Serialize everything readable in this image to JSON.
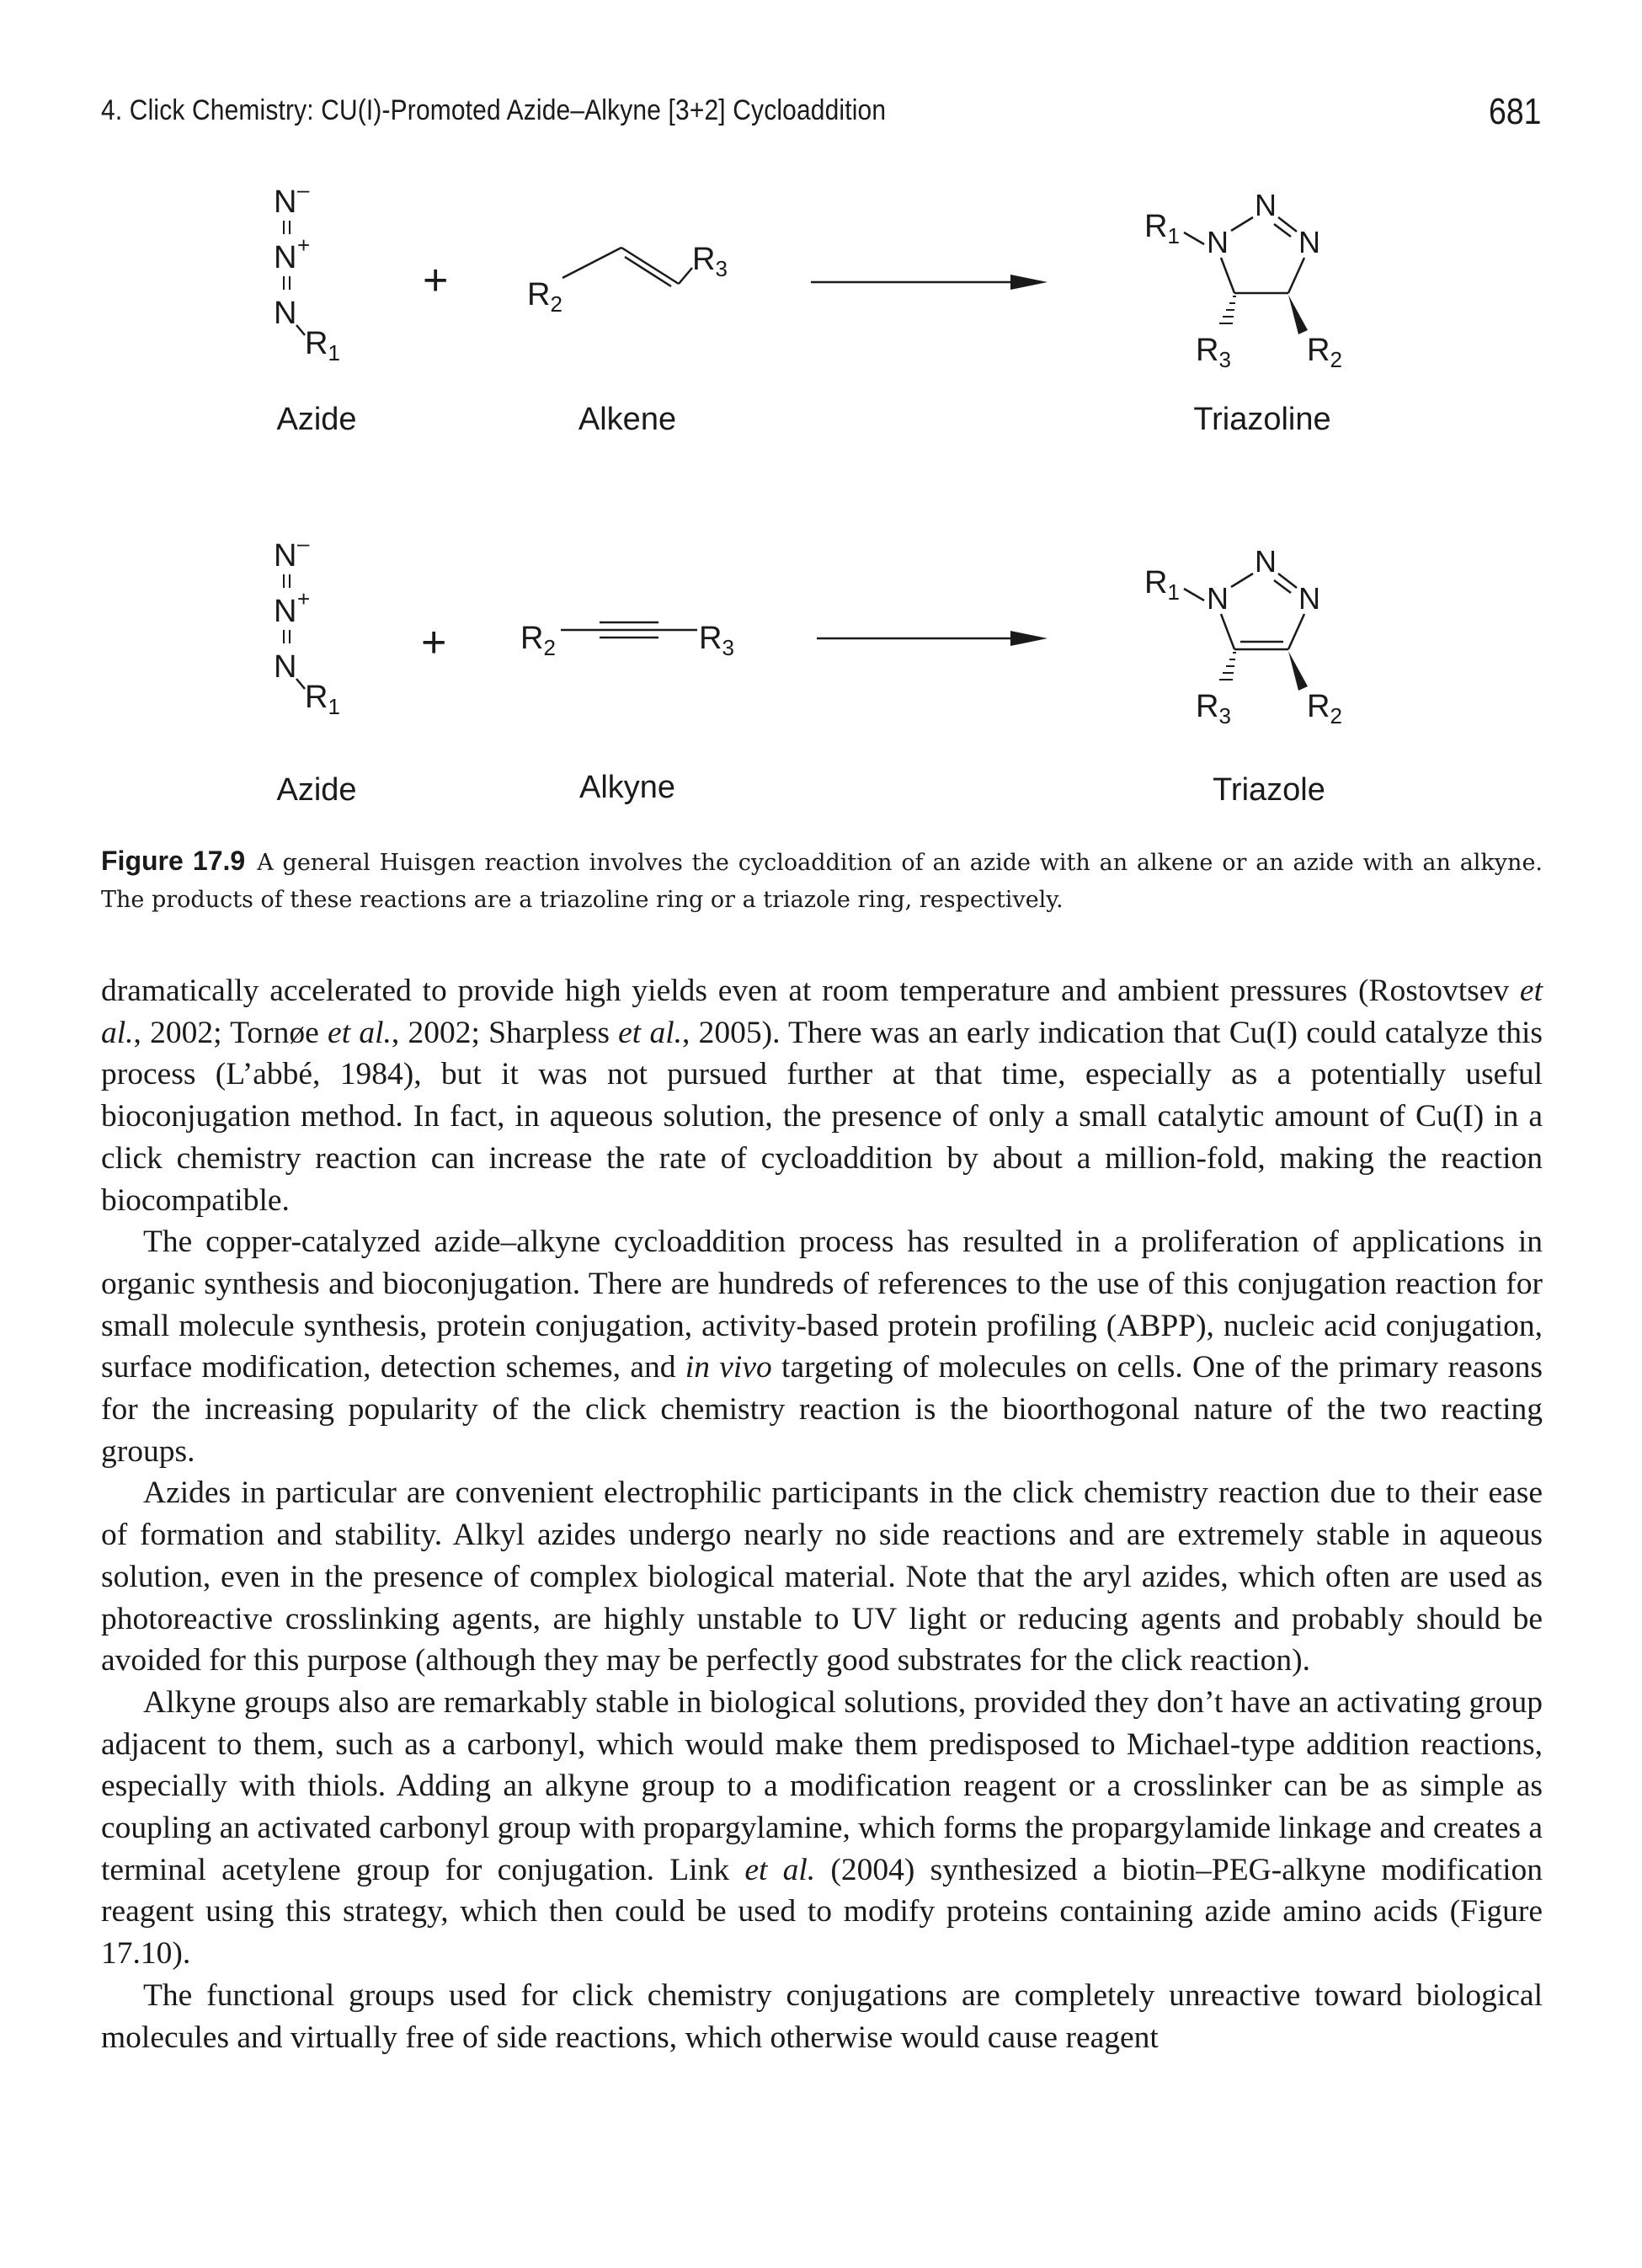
{
  "header": {
    "running_title": "4. Click Chemistry: CU(I)-Promoted Azide–Alkyne [3+2] Cycloaddition",
    "page_number": "681"
  },
  "scheme": {
    "row1": {
      "reactant1": "Azide",
      "reactant2": "Alkene",
      "product": "Triazoline"
    },
    "row2": {
      "reactant1": "Azide",
      "reactant2": "Alkyne",
      "product": "Triazole"
    },
    "atoms": {
      "n": "N",
      "minus": "–",
      "plus": "+",
      "r1": "R",
      "r2": "R",
      "r3": "R",
      "sub1": "1",
      "sub2": "2",
      "sub3": "3",
      "plus_sign": "+"
    }
  },
  "figure_caption": {
    "label": "Figure 17.9",
    "text": "A general Huisgen reaction involves the cycloaddition of an azide with an alkene or an azide with an alkyne. The products of these reactions are a triazoline ring or a triazole ring, respectively."
  },
  "body": {
    "p1": {
      "s1": "dramatically accelerated to provide high yields even at room temperature and ambient pressures (Rostovtsev ",
      "etal1": "et al.",
      "s2": ", 2002; Tornøe ",
      "etal2": "et al.",
      "s3": ", 2002; Sharpless ",
      "etal3": "et al.",
      "s4": ", 2005). There was an early indication that Cu(I) could catalyze this process (L’abbé, 1984), but it was not pursued further at that time, especially as a potentially useful bioconjugation method. In fact, in aqueous solution, the presence of only a small catalytic amount of Cu(I) in a click chemistry reaction can increase the rate of cycloaddition by about a million-fold, making the reaction biocompatible."
    },
    "p2": {
      "s1": "The copper-catalyzed azide–alkyne cycloaddition process has resulted in a proliferation of applications in organic synthesis and bioconjugation. There are hundreds of references to the use of this conjugation reaction for small molecule synthesis, protein conjugation, activity-based protein profiling (ABPP), nucleic acid conjugation, surface modification, detection schemes, and ",
      "invivo": "in vivo",
      "s2": " targeting of molecules on cells. One of the primary reasons for the increasing popularity of the click chemistry reaction is the bioorthogonal nature of the two reacting groups."
    },
    "p3": "Azides in particular are convenient electrophilic participants in the click chemistry reaction due to their ease of formation and stability. Alkyl azides undergo nearly no side reactions and are extremely stable in aqueous solution, even in the presence of complex biological material. Note that the aryl azides, which often are used as photoreactive crosslinking agents, are highly unstable to UV light or reducing agents and probably should be avoided for this purpose (although they may be perfectly good substrates for the click reaction).",
    "p4": {
      "s1": "Alkyne groups also are remarkably stable in biological solutions, provided they don’t have an activating group adjacent to them, such as a carbonyl, which would make them predisposed to Michael-type addition reactions, especially with thiols. Adding an alkyne group to a modification reagent or a crosslinker can be as simple as coupling an activated carbonyl group with propargylamine, which forms the propargylamide linkage and creates a terminal acetylene group for conjugation. Link ",
      "etal": "et al.",
      "s2": " (2004) synthesized a biotin–PEG-alkyne modification reagent using this strategy, which then could be used to modify proteins containing azide amino acids (Figure 17.10)."
    },
    "p5": "The functional groups used for click chemistry conjugations are completely unreactive toward biological molecules and virtually free of side reactions, which otherwise would cause reagent"
  }
}
